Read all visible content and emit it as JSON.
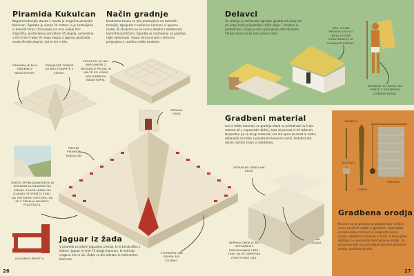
{
  "left_page": {
    "page_number": "26",
    "kukulcan": {
      "title": "Piramida Kukulcan",
      "text": "Najpomembnejša stavba v mestu je mogočna piramida Kukulcan. Zgradba je visoka 24 metrov in je sestavljena iz devetih teras. Do templja na vrhu vodijo štiri stopnišča, postavljena pod kotom 45 stopinj, usmerjena v štiri smeri neba. Ki imajo skupaj z zgornjo ploščadjo enako število stopnic, kot je dni v letu."
    },
    "gradnja": {
      "title": "Način gradnje",
      "text": "Kvadratne terase so bile postavljene na kamnitih temeljih, zgrajenih z mešanico kamnov in apnene malte. Te strukture so na koncu obložili z obdelanimi kamnitimi ploščami. Zgradba je naslonjena na prejšnje, nižje nadstropje. Vsaka terasa je bila s stenami pregrajena v različne velike prostore."
    },
    "labels": {
      "floors": "Piramida je bila grajena v nadstropjih.",
      "terraces": "Podajezne terase so bile podprte z zidovi.",
      "fill": "Prostori so bili napolnjeni z mešanico proda in malte do višine naslednjega nadstropja.",
      "false_arch": "Nepravi obok",
      "section": "Presek piramide Kukulcan",
      "equinox": "Okrog spomladanskega in jesenskega enakonočja padajo sončni žarki na glavno stopnišče tako, da ustvarijo občutek, da se s templja navzdol plazi kača.",
      "throne": "Jaguarjev prestol",
      "stairs": "Stopnišče ima skupaj 365 stopnic."
    },
    "jaguar": {
      "title": "Jaguar iz žada",
      "text": "V piramidi so odkrili jaguarjev prestol, ki je bil okrašen z žadom. Jaguar je imel 73 dragih kamnov, ki imitirajo njegove lise in oči. Zobje so bili izdelani iz sedimentne kamnine."
    }
  },
  "right_page": {
    "page_number": "27",
    "delavci": {
      "title": "Delavci",
      "text": "Za zidanje je velikanske zgradbe gradila od nekaj sto do nekaj tisoč pripadnikov nižjih slojev – kmetov in podložnikov. Zanje je bilo upravljanje dela obvezno. Vladar mesta je bil tudi vrhovni zbor.",
      "label_houses": "Hiše večine prebivalcev so imele lesene konstrukcije in slamnate strehe.",
      "label_worker": "Material so nosili na hrbtu s posebnimi lesenimi nosili."
    },
    "material": {
      "title": "Gradbeni material",
      "text": "Les in težko kamenje za gradnjo stavb so pridobivali na kraju samem ali v neposredni bližini, tako da prevoz ni bil težaven. Nasprotno pa so drugi materiali, kot sta apno za omet in sadra, dobavljali na hrbtu s posebnimi lesenimi nosili. Podobna kot danes nosimo stvari v nahrbtniku.",
      "label_blocks": "Natančno obdelani bloki",
      "label_arch": "Nepravi obok je bil ustvarjen s prekrivanjem opek, tako da se odprtina postopoma oža.",
      "label_lintel": "Nosilna preklada"
    },
    "tools": {
      "title": "Gradbena orodja",
      "text": "Povsem so za gradnjo za gradbenikov veliki z vrvmi različnih dolžin in gruščem. Uporabljali so tudi vedno tehtnico in preprosto kovno orodje, obdelano kamenje in kosti. V kasnejšem obdobju so uporabljali tudi bakrene orodje. Za izravnavo sten so uporabljali kamnita ali kovna orodja, podobna glodilu.",
      "label_chisel": "Sekirica",
      "label_hammer": "Kladivo",
      "label_spade": "Lopata",
      "label_plumb": "Grezilo"
    }
  },
  "colors": {
    "background": "#f2eed8",
    "green_panel": "#a2c28d",
    "orange_panel": "#d88a3e",
    "pyramid_red": "#b8342a",
    "stone": "#e9e1cc"
  }
}
